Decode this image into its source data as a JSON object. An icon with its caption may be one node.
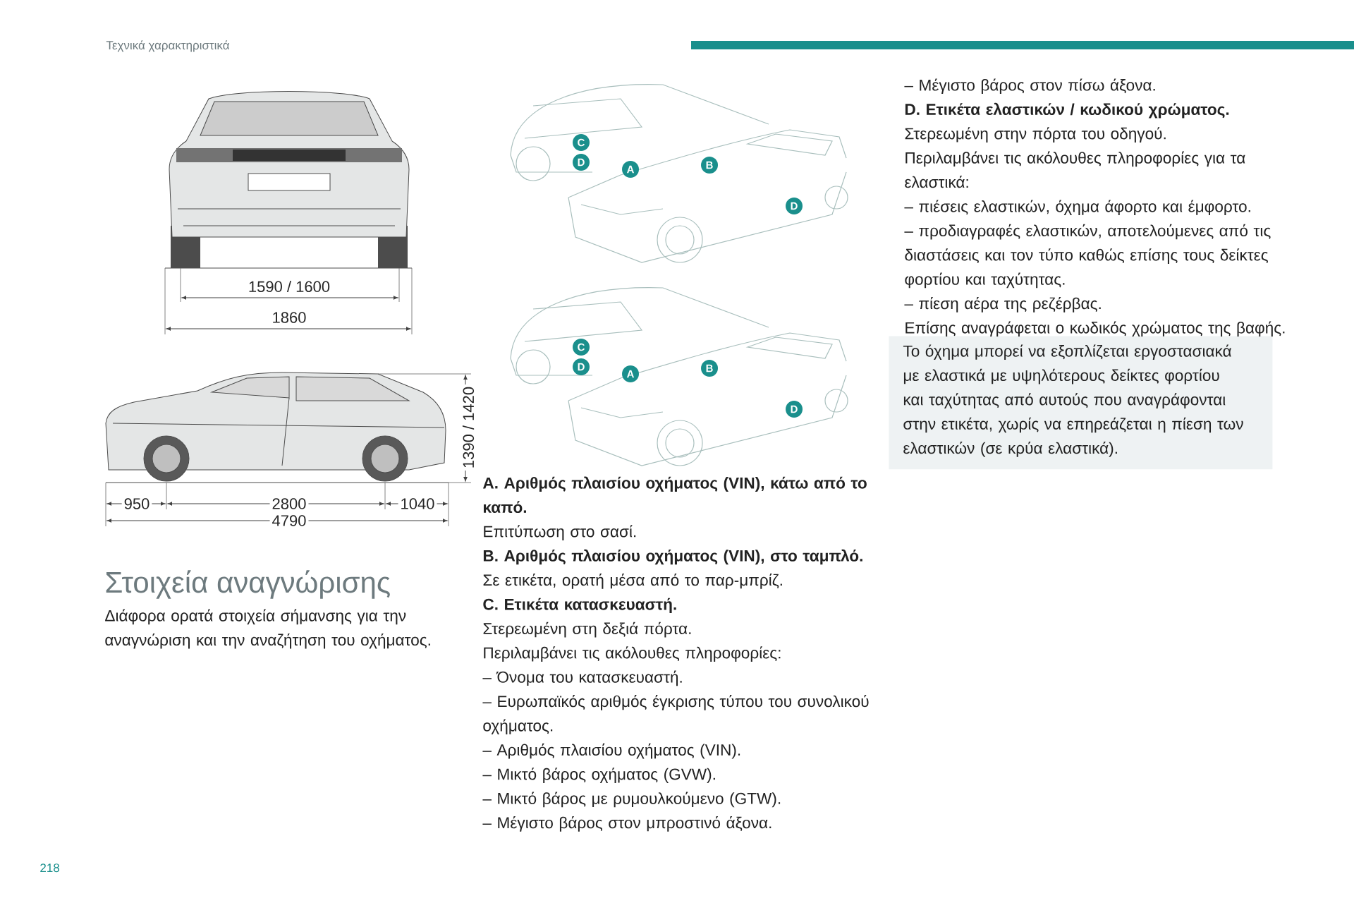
{
  "diagram": {
    "title": "Στοιχεία αναγνώρισης",
    "nodes": [
      {
        "text": [
          "C"
        ]
      },
      {
        "text": [
          "D"
        ]
      },
      {
        "text": [
          "A"
        ]
      },
      {
        "text": [
          "B"
        ]
      },
      {
        "text": [
          "D"
        ]
      },
      {
        "text": [
          "C"
        ]
      },
      {
        "text": [
          "D"
        ]
      },
      {
        "text": [
          "A"
        ]
      },
      {
        "text": [
          "B"
        ]
      },
      {
        "text": [
          "D"
        ]
      },
      {
        "text": [
          "Το όχημα μπορεί να εξοπλίζεται εργοστασιακά με ελαστικά με υψηλότερους δείκτες φορτίου και ταχύτητας από αυτούς που αναγράφονται στην ετικέτα, χωρίς να επηρεάζεται η πίεση των ελαστικών (σε κρύα ελαστικά)."
        ]
      }
    ],
    "labels": [
      "Τεχνικά χαρακτηριστικά",
      "1590 / 1600",
      "1860",
      "1390 / 1420",
      "950",
      "2800",
      "1040",
      "4790",
      "Διάφορα ορατά στοιχεία σήμανσης για την αναγνώριση και την αναζήτηση του οχήματος.",
      "A. Αριθμός πλαισίου οχήματος (VIN), κάτω από το καπό.",
      "Επιτύπωση στο σασί.",
      "B. Αριθμός πλαισίου οχήματος (VIN), στο ταμπλό.",
      "Σε ετικέτα, ορατή μέσα από το παρ-μπρίζ.",
      "C. Ετικέτα κατασκευαστή.",
      "Στερεωμένη στη δεξιά πόρτα.",
      "Περιλαμβάνει τις ακόλουθες πληροφορίες:",
      "– Όνομα του κατασκευαστή.",
      "– Ευρωπαϊκός αριθμός έγκρισης τύπου του συνολικού οχήματος.",
      "– Αριθμός πλαισίου οχήματος (VIN).",
      "– Μικτό βάρος οχήματος (GVW).",
      "– Μικτό βάρος με ρυμουλκούμενο (GTW).",
      "– Μέγιστο βάρος στον μπροστινό άξονα.",
      "– Μέγιστο βάρος στον πίσω άξονα.",
      "D. Ετικέτα ελαστικών / κωδικού χρώματος.",
      "Στερεωμένη στην πόρτα του οδηγού.",
      "Περιλαμβάνει τις ακόλουθες πληροφορίες για τα ελαστικά:",
      "– πιέσεις ελαστικών, όχημα άφορτο και έμφορτο.",
      "– προδιαγραφές ελαστικών, αποτελούμενες από τις διαστάσεις και τον τύπο καθώς επίσης τους δείκτες φορτίου και ταχύτητας.",
      "– πίεση αέρα της ρεζέρβας.",
      "Επίσης αναγράφεται ο κωδικός χρώματος της βαφής.",
      "218"
    ]
  }
}
